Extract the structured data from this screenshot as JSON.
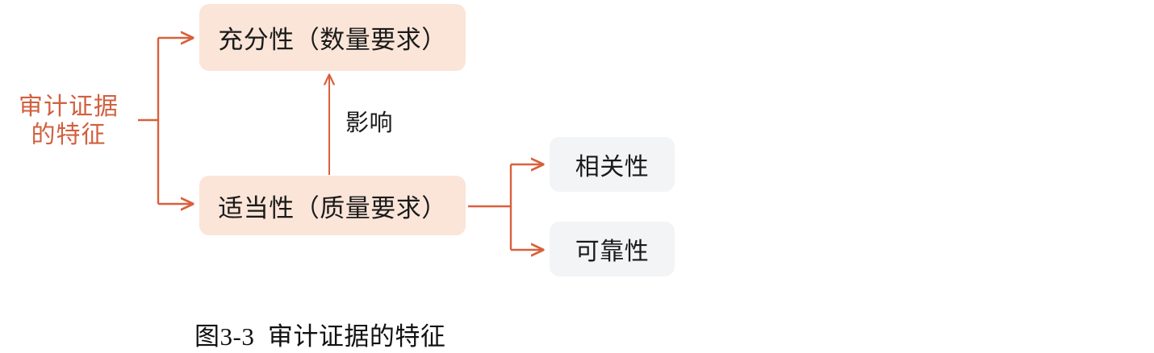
{
  "figure": {
    "caption": "图3-3  审计证据的特征",
    "root": {
      "label": "审计证据\n的特征",
      "color": "#d1603f"
    },
    "edge_labels": [
      {
        "name": "influence",
        "text": "影响"
      }
    ],
    "nodes": [
      {
        "id": "sufficiency",
        "text": "充分性（数量要求）",
        "fill": "#fbe5d8",
        "text_color": "#1a1a1a"
      },
      {
        "id": "appropriateness",
        "text": "适当性（质量要求）",
        "fill": "#fbe5d8",
        "text_color": "#1a1a1a"
      },
      {
        "id": "relevance",
        "text": "相关性",
        "fill": "#f2f4f6",
        "text_color": "#1a1a1a"
      },
      {
        "id": "reliability",
        "text": "可靠性",
        "fill": "#f2f4f6",
        "text_color": "#1a1a1a"
      }
    ],
    "connector_color": "#d9603c",
    "background": "#ffffff"
  }
}
